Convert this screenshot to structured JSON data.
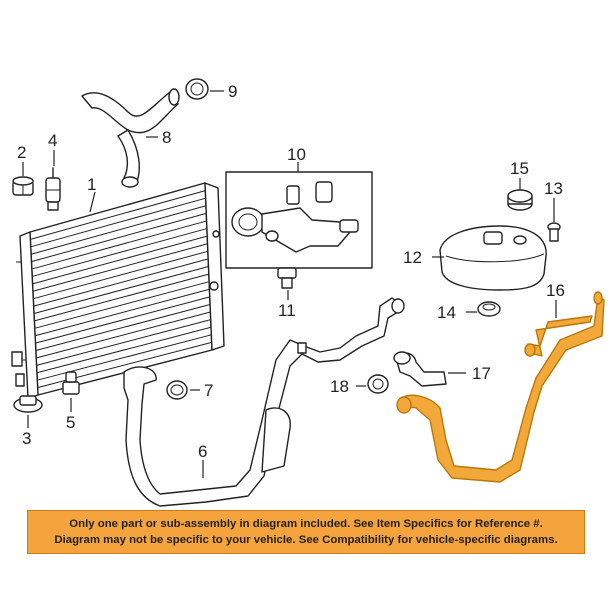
{
  "callouts": {
    "c1": "1",
    "c2": "2",
    "c3": "3",
    "c4": "4",
    "c5": "5",
    "c6": "6",
    "c7": "7",
    "c8": "8",
    "c9": "9",
    "c10": "10",
    "c11": "11",
    "c12": "12",
    "c13": "13",
    "c14": "14",
    "c15": "15",
    "c16": "16",
    "c17": "17",
    "c18": "18"
  },
  "notice": {
    "line1": "Only one part or sub-assembly in diagram included. See Item Specifics for Reference #.",
    "line2": "Diagram may not be specific to your vehicle. See Compatibility for vehicle-specific diagrams."
  },
  "colors": {
    "highlight_part": "#f3a83a",
    "notice_background": "#f5a33c",
    "linework": "#222222"
  }
}
